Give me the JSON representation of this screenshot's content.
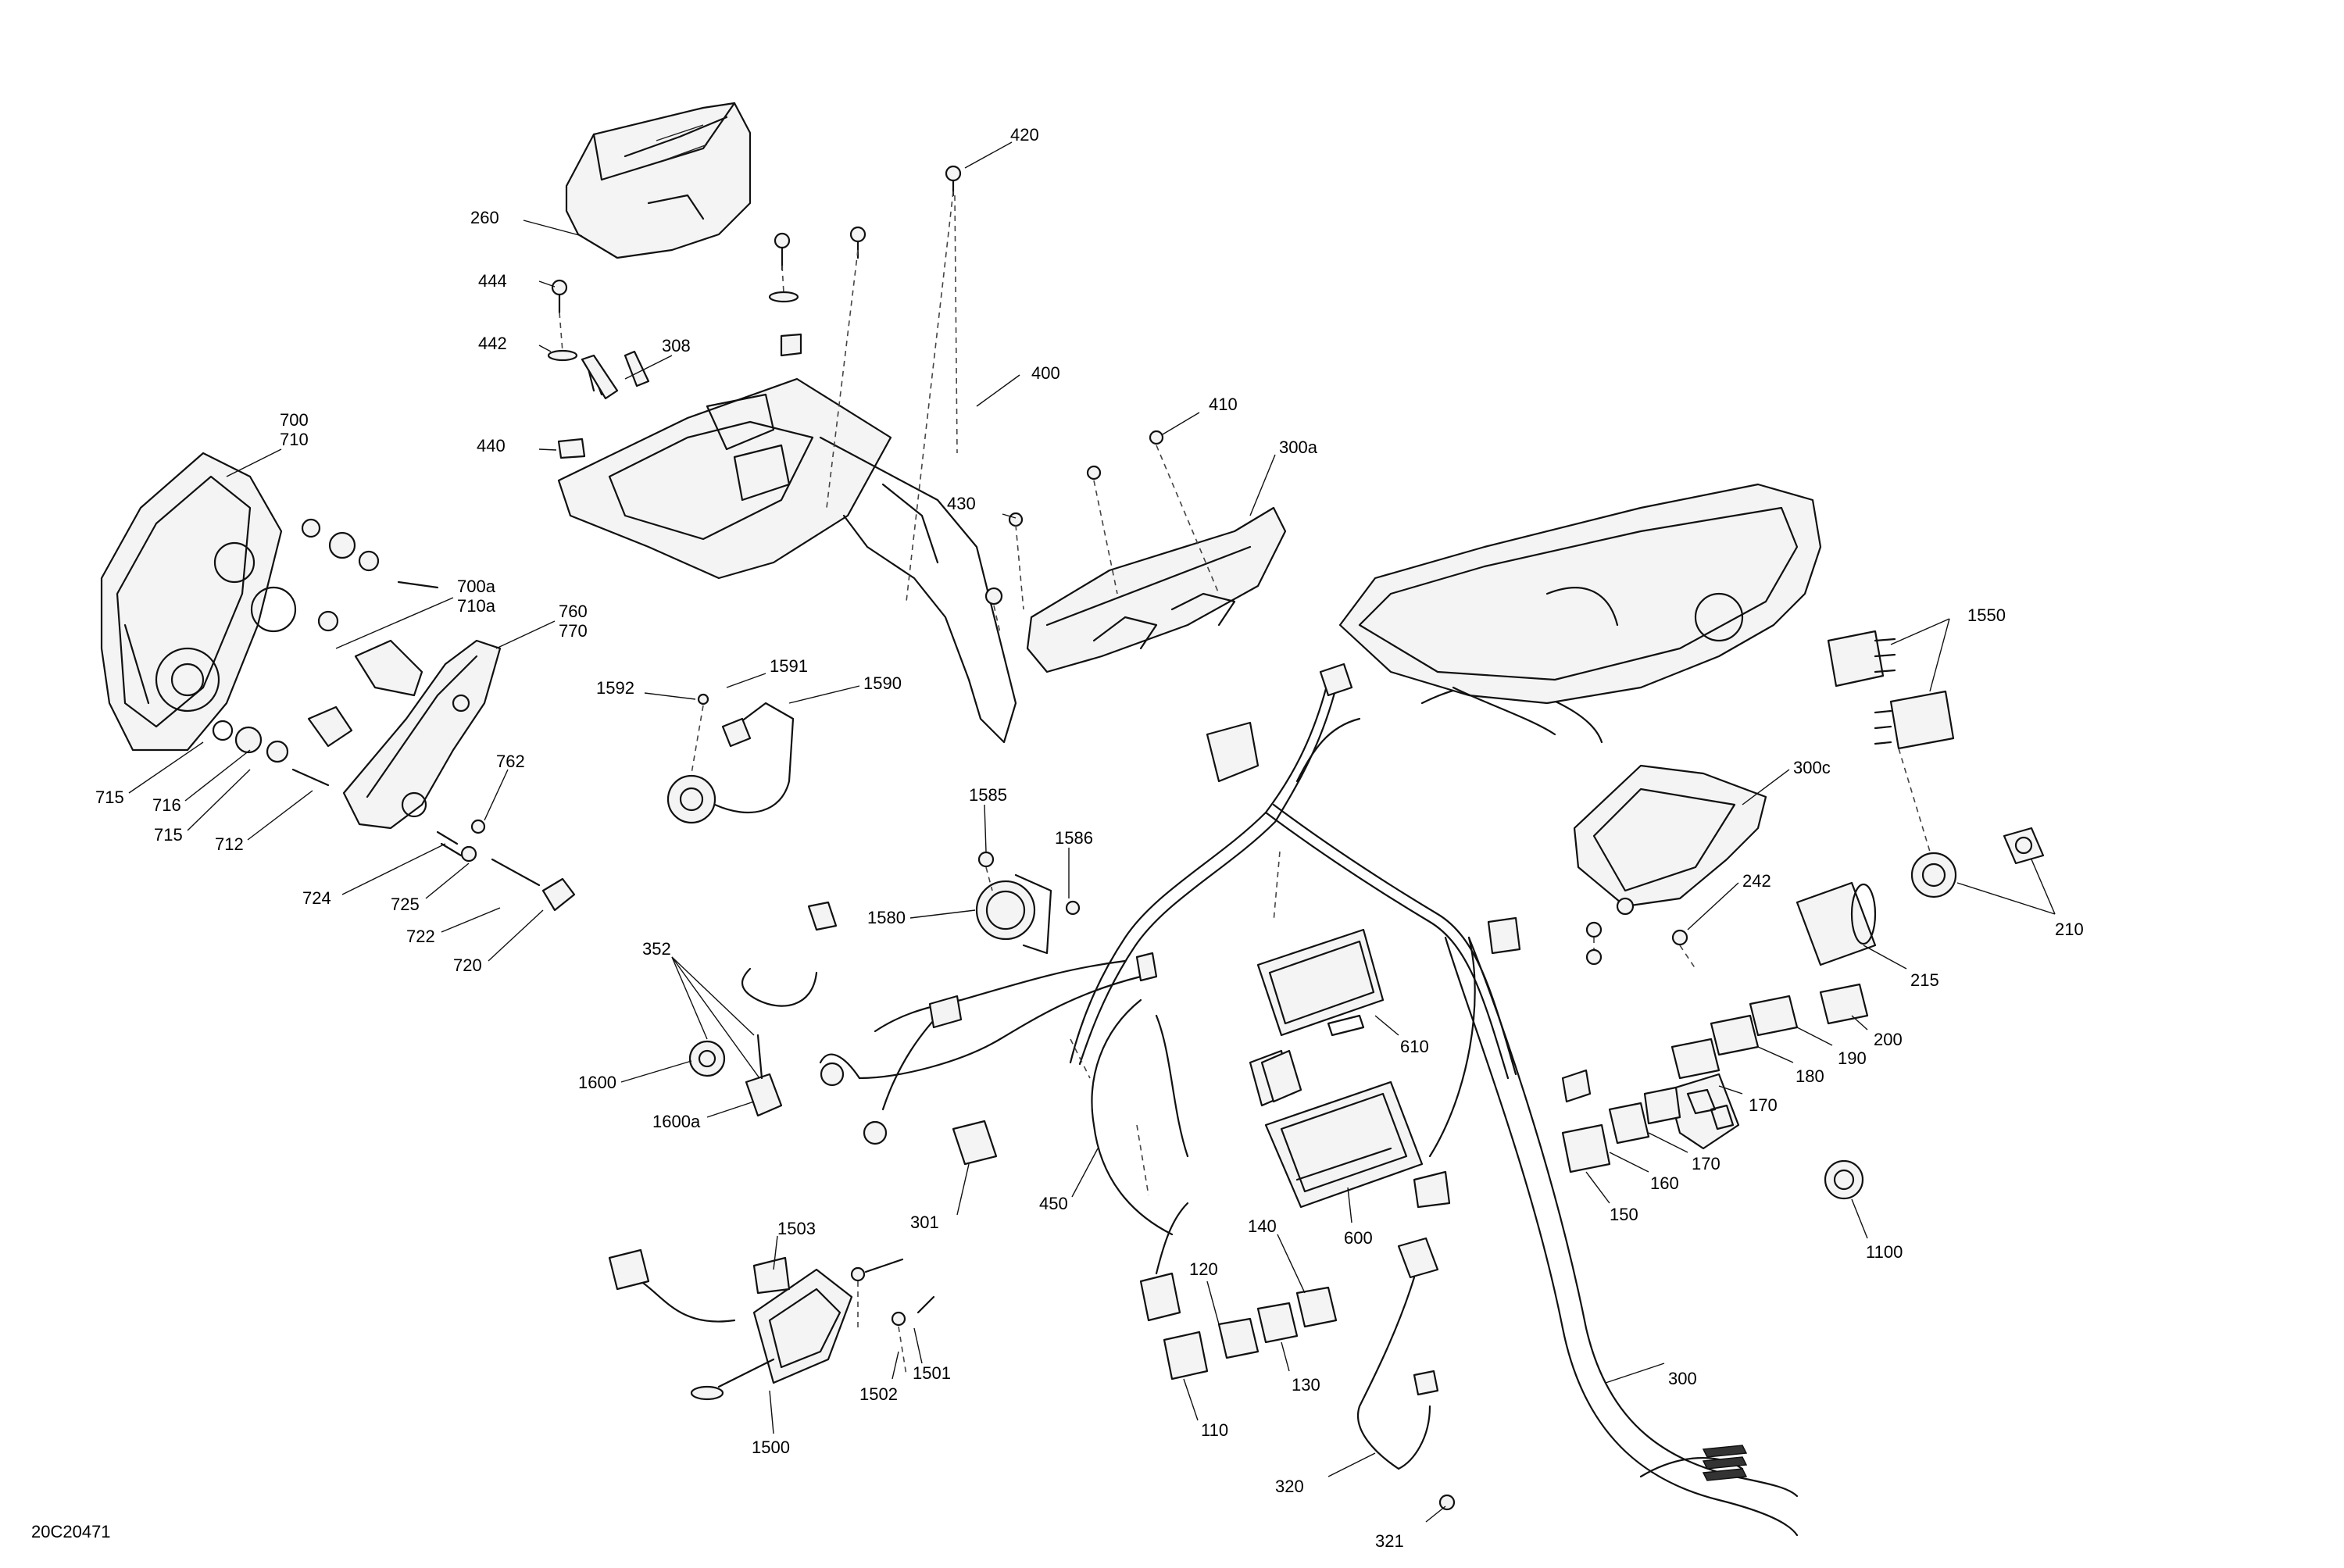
{
  "drawing_id": "20C20471",
  "callouts": [
    "420",
    "260",
    "444",
    "442",
    "308",
    "440",
    "400",
    "410",
    "300a",
    "430",
    "700",
    "710",
    "700a",
    "710a",
    "760",
    "770",
    "1592",
    "1591",
    "1590",
    "762",
    "715",
    "716",
    "715",
    "712",
    "724",
    "725",
    "722",
    "720",
    "1585",
    "1586",
    "1580",
    "352",
    "1600",
    "1600a",
    "301",
    "450",
    "1503",
    "1501",
    "1502",
    "1500",
    "120",
    "140",
    "130",
    "110",
    "320",
    "321",
    "300",
    "600",
    "610",
    "1550",
    "300c",
    "242",
    "210",
    "215",
    "200",
    "190",
    "180",
    "170",
    "170",
    "160",
    "150",
    "1100"
  ]
}
